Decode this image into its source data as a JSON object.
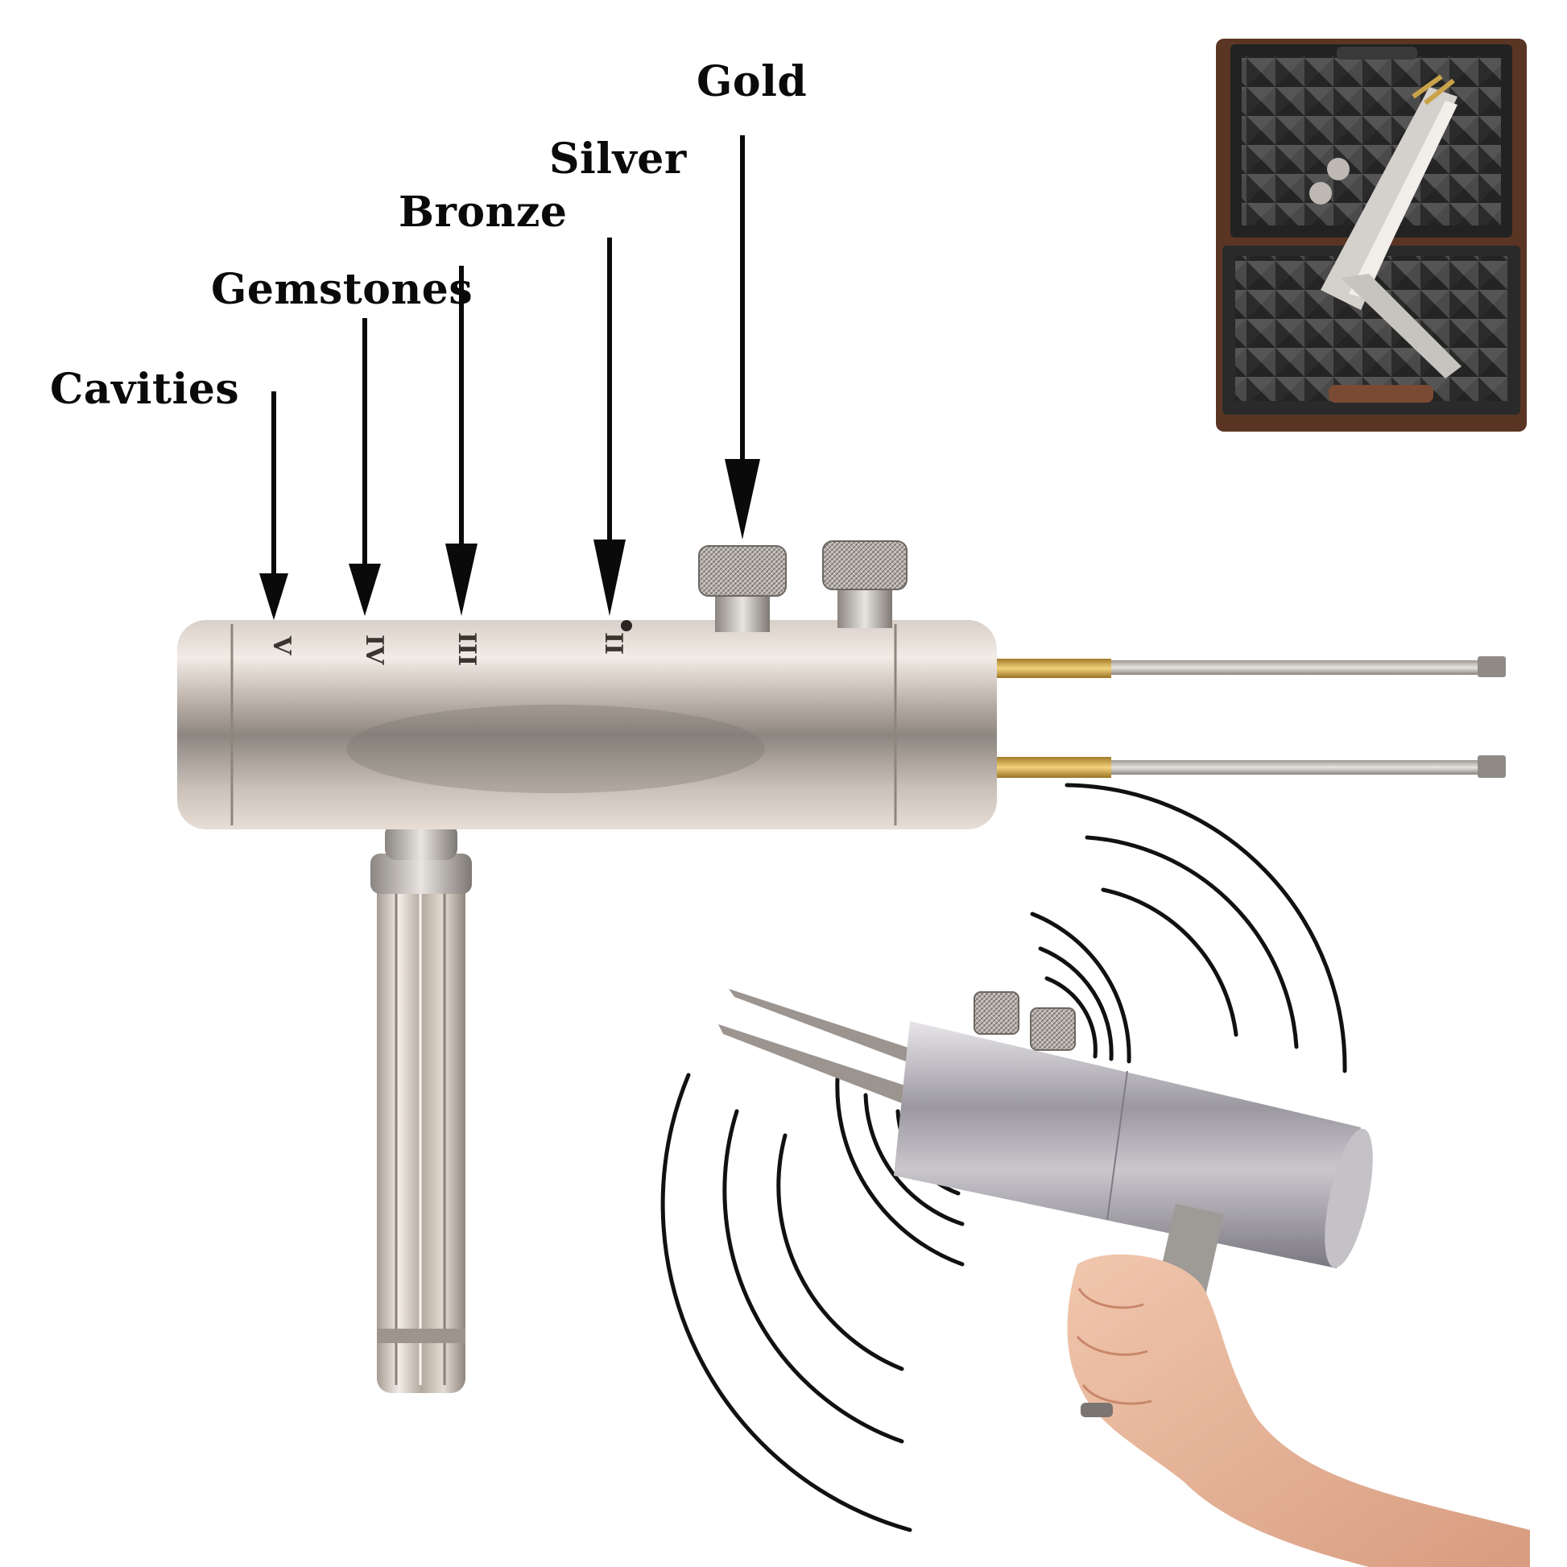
{
  "labels": {
    "cavities": "Cavities",
    "gemstones": "Gemstones",
    "bronze": "Bronze",
    "silver": "Silver",
    "gold": "Gold"
  },
  "colors": {
    "background": "#ffffff",
    "text": "#0a0a0a",
    "metal": "#c8beb6",
    "brass": "#c9a24a",
    "case": "#2a2a2a",
    "case_rim": "#5a3524",
    "foam": "#3c3c3c",
    "skin": "#e8b9a0"
  },
  "icons": [
    "down-arrow-icon",
    "signal-wave-icon"
  ]
}
